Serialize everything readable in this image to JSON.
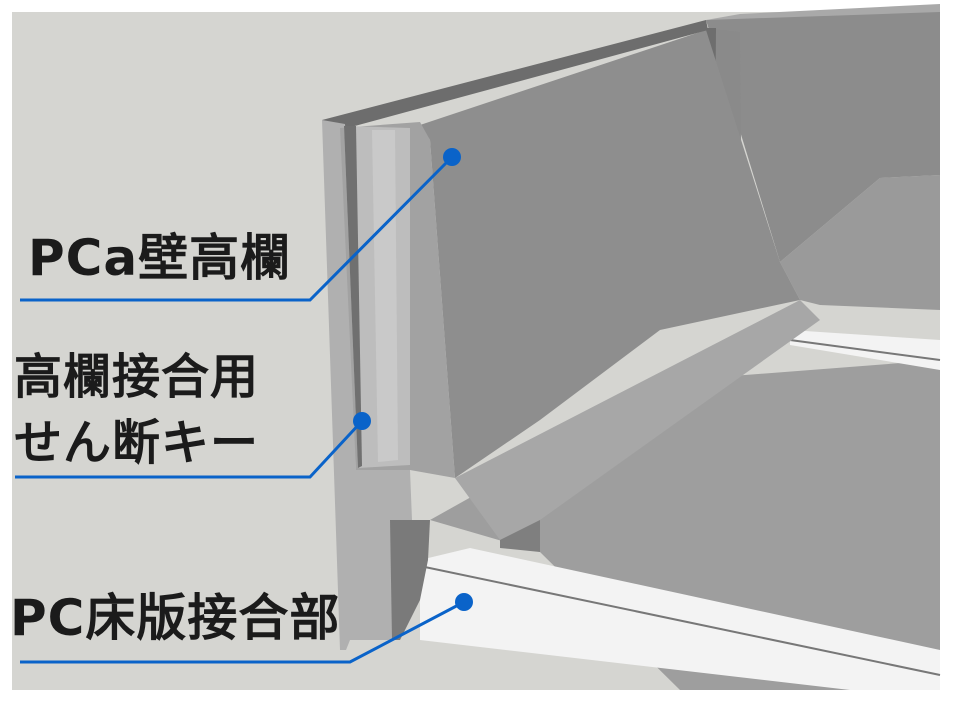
{
  "labels": {
    "wall_railing": "PCa壁高欄",
    "shear_key_line1": "高欄接合用",
    "shear_key_line2": "せん断キー",
    "deck_joint": "PC床版接合部"
  },
  "colors": {
    "background": "#d5d5d1",
    "leader_line": "#0a63c9",
    "label_text": "#1b1b1b"
  }
}
